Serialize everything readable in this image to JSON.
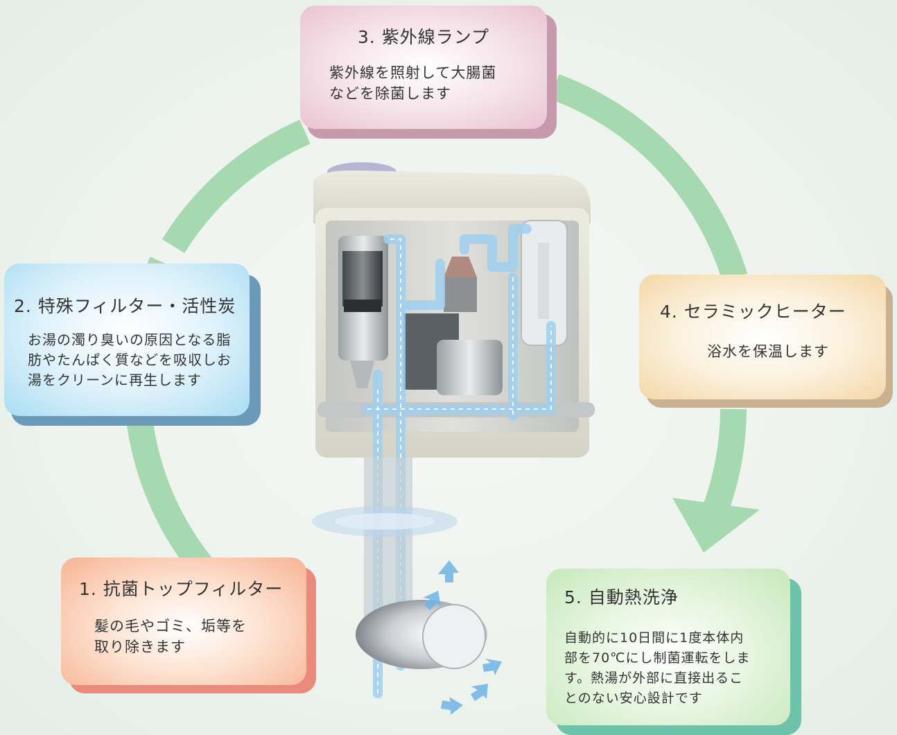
{
  "steps": {
    "top_filter": {
      "title": "1. 抗菌トップフィルター",
      "body": [
        "髪の毛やゴミ、垢等を",
        "取り除きます"
      ]
    },
    "filter": {
      "title": "2. 特殊フィルター・活性炭",
      "body": [
        "お湯の濁り臭いの原因となる脂",
        "肪やたんぱく質などを吸収しお",
        "湯をクリーンに再生します"
      ]
    },
    "uv_lamp": {
      "title": "3. 紫外線ランプ",
      "body": [
        "紫外線を照射して大腸菌",
        "などを除菌します"
      ]
    },
    "heater": {
      "title": "4. セラミックヒーター",
      "body": [
        "浴水を保温します"
      ]
    },
    "self_clean": {
      "title": "5. 自動熱洗浄",
      "body": [
        "自動的に10日間に1度本体内",
        "部を70℃にし制菌運転をしま",
        "す。熱湯が外部に直接出るこ",
        "とのない安心設計です"
      ]
    }
  },
  "colors": {
    "cycle_arrow": "#a6d9b0",
    "uv_card": "#e9c3d0",
    "filter_card": "#a9ddf3",
    "heater_card": "#f4d7a6",
    "top_filter_card": "#f7b392",
    "self_clean_card": "#c6e8bb",
    "flow_water": "#9fd0ef"
  }
}
